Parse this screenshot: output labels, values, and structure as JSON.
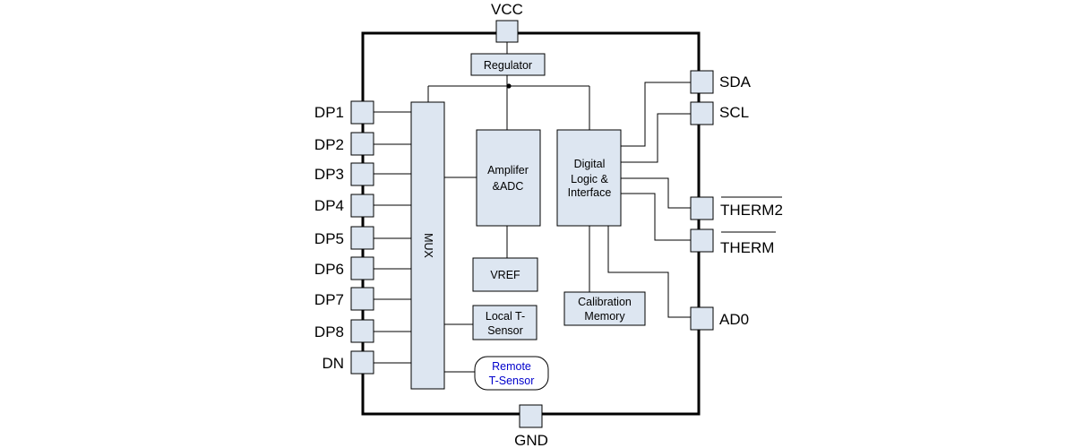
{
  "pins": {
    "vcc": "VCC",
    "gnd": "GND",
    "sda": "SDA",
    "scl": "SCL",
    "therm2": "THERM2",
    "therm": "THERM",
    "ad0": "AD0",
    "dp1": "DP1",
    "dp2": "DP2",
    "dp3": "DP3",
    "dp4": "DP4",
    "dp5": "DP5",
    "dp6": "DP6",
    "dp7": "DP7",
    "dp8": "DP8",
    "dn": "DN"
  },
  "blocks": {
    "regulator": "Regulator",
    "mux": "MUX",
    "amp_line1": "Amplifer",
    "amp_line2": "&ADC",
    "digital_line1": "Digital",
    "digital_line2": "Logic &",
    "digital_line3": "Interface",
    "vref": "VREF",
    "calib_line1": "Calibration",
    "calib_line2": "Memory",
    "local_line1": "Local T-",
    "local_line2": "Sensor",
    "remote_line1": "Remote",
    "remote_line2": "T-Sensor"
  },
  "colors": {
    "block_fill": "#dde6f1",
    "remote_text": "#0000cc"
  }
}
